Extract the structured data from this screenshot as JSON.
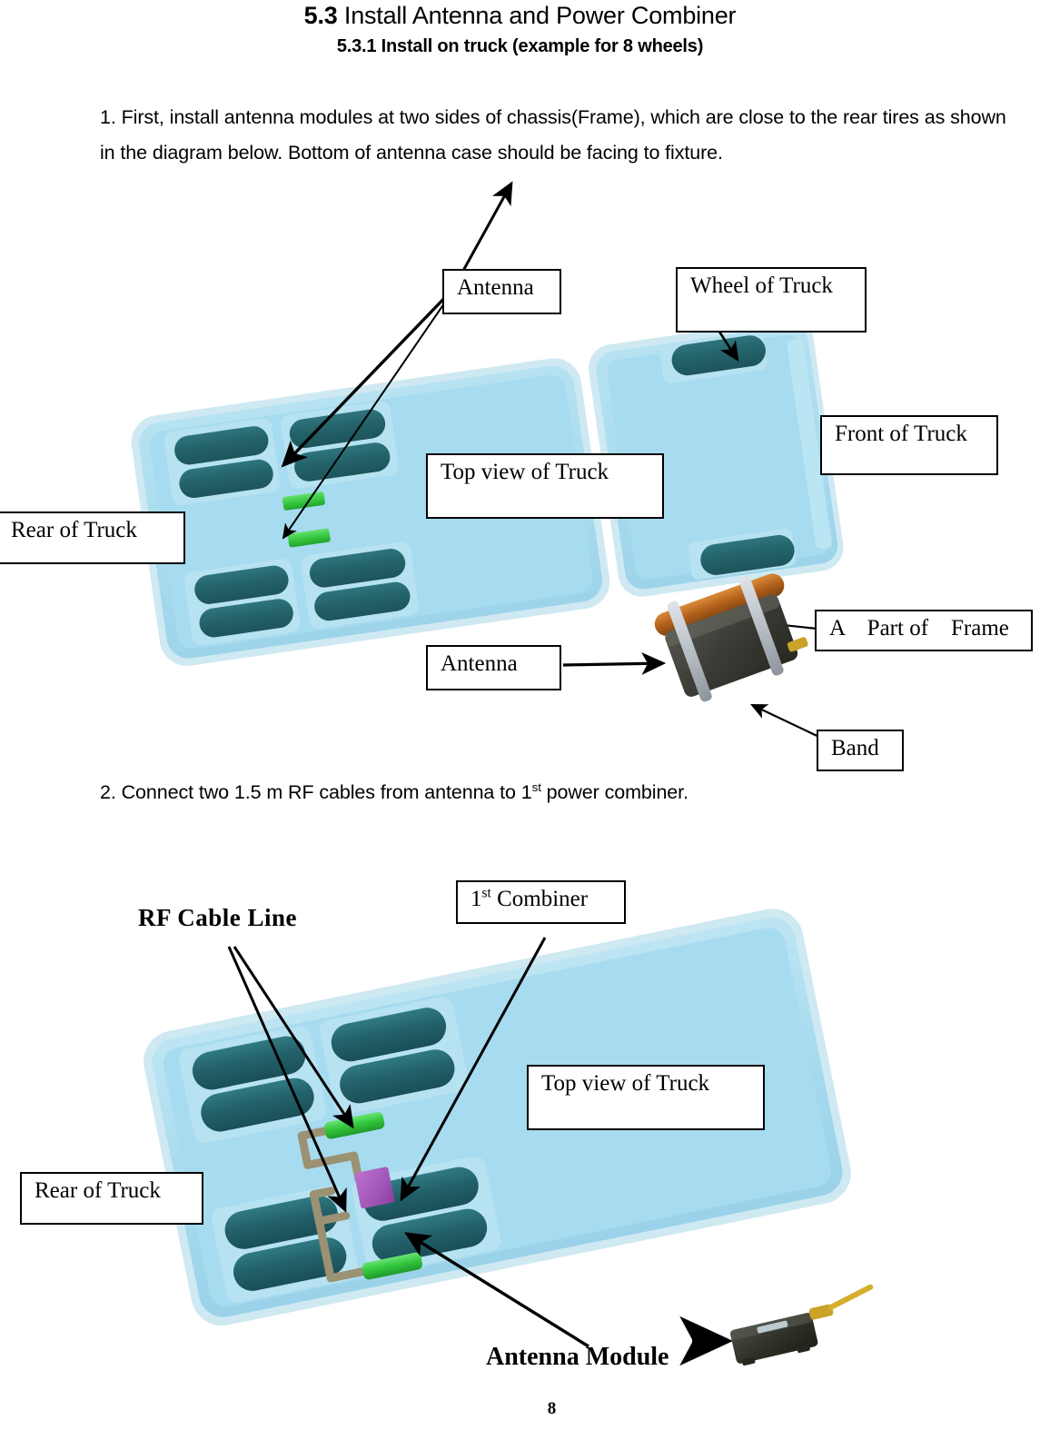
{
  "document": {
    "heading_number": "5.3",
    "heading_title": "Install Antenna and Power Combiner",
    "subheading": "5.3.1 Install on truck (example for 8 wheels)",
    "paragraph_1": "1. First, install antenna modules at two sides of chassis(Frame), which are close to the rear tires as shown in the diagram below. Bottom of antenna case should be facing to fixture.",
    "paragraph_2_prefix": "2. Connect two 1.5 m RF cables from antenna to 1",
    "paragraph_2_sup": "st",
    "paragraph_2_suffix": " power combiner.",
    "page_number": "8"
  },
  "figure_1": {
    "labels": {
      "antenna_top": "Antenna",
      "wheel_of_truck": "Wheel of Truck",
      "front_of_truck": "Front of Truck",
      "top_view_of_truck": "Top view of Truck",
      "rear_of_truck": "Rear of Truck",
      "antenna_photo": "Antenna",
      "a_part_of_frame": "A　Part of　Frame",
      "band": "Band"
    }
  },
  "figure_2": {
    "labels": {
      "rf_cable_line": "RF Cable  Line",
      "combiner_prefix": "1",
      "combiner_sup": "st",
      "combiner_suffix": " Combiner",
      "top_view_of_truck": "Top view of Truck",
      "rear_of_truck": "Rear of Truck",
      "antenna_module": "Antenna Module"
    }
  },
  "colors": {
    "truck_body": "#a7dbef",
    "truck_body_light": "#bde5f3",
    "truck_edge": "#cfe9f2",
    "wheel": "#2a6b72",
    "antenna_green": "#3fcf4a",
    "combiner_purple": "#a256b8",
    "cable_tan": "#9b9173",
    "module_dark": "#3a3a36",
    "frame_bar": "#b5631c",
    "band_gray": "#b9bfc6",
    "connector_gold": "#c9a227",
    "line_black": "#000000"
  }
}
